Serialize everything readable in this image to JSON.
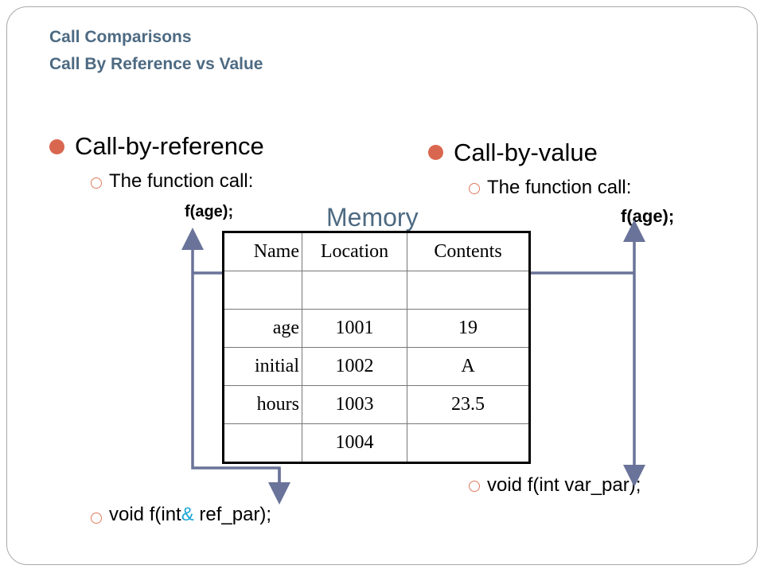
{
  "title": {
    "line1": "Call Comparisons",
    "line2": "Call By Reference vs Value"
  },
  "left": {
    "heading": "Call-by-reference",
    "sub": "The function call:",
    "call": "f(age);",
    "declaration_pre": "void f(int",
    "declaration_amp": "&",
    "declaration_post": " ref_par);"
  },
  "right": {
    "heading": "Call-by-value",
    "sub": "The function call:",
    "call": "f(age);",
    "declaration": "void f(int var_par);"
  },
  "memory": {
    "label": "Memory",
    "headers": [
      "Name",
      "Location",
      "Contents"
    ],
    "rows": [
      {
        "name": "",
        "location": "",
        "contents": ""
      },
      {
        "name": "age",
        "location": "1001",
        "contents": "19"
      },
      {
        "name": "initial",
        "location": "1002",
        "contents": "A"
      },
      {
        "name": "hours",
        "location": "1003",
        "contents": "23.5"
      },
      {
        "name": "",
        "location": "1004",
        "contents": ""
      }
    ]
  },
  "colors": {
    "title": "#4d6a82",
    "bullet": "#d9674f",
    "sub_bullet": "#e07b5f",
    "arrow": "#6a7399",
    "ampersand": "#1ba6d6"
  }
}
